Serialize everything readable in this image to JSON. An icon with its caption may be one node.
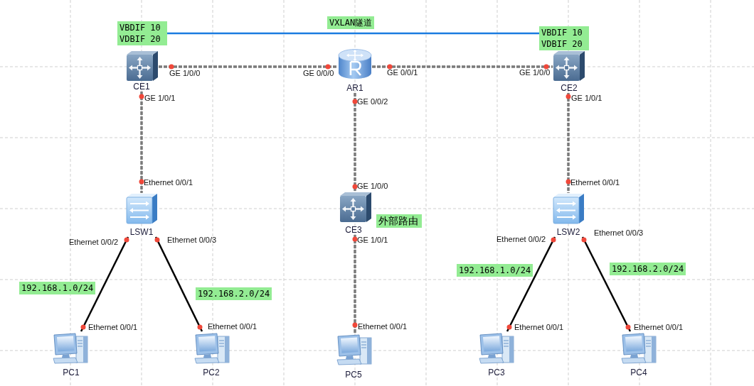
{
  "diagram": {
    "nodes": [
      {
        "text": [
          "VBDIF 10 VDBIF 20"
        ]
      },
      {
        "text": [
          "VBDIF 10 VDBIF 20"
        ]
      },
      {
        "text": [
          "CE1"
        ]
      },
      {
        "text": [
          "AR1"
        ]
      },
      {
        "text": [
          "CE2"
        ]
      },
      {
        "text": [
          "LSW1"
        ]
      },
      {
        "text": [
          "CE3"
        ],
        "beside": [
          "外部路由"
        ]
      },
      {
        "text": [
          "LSW2"
        ]
      },
      {
        "text": [
          "PC1"
        ]
      },
      {
        "text": [
          "PC2"
        ]
      },
      {
        "text": [
          "PC5"
        ]
      },
      {
        "text": [
          "PC3"
        ]
      },
      {
        "text": [
          "PC4"
        ]
      }
    ],
    "edges": [
      {
        "from": 0,
        "to": 1,
        "arrow": "none",
        "label": "VXLAN隧道",
        "color": "#1a7be0"
      },
      {
        "from": 2,
        "to": 3,
        "arrow": "none",
        "style": "dashed"
      },
      {
        "from": 3,
        "to": 4,
        "arrow": "none",
        "style": "dashed"
      },
      {
        "from": 2,
        "to": 5,
        "arrow": "none",
        "style": "dashed"
      },
      {
        "from": 3,
        "to": 6,
        "arrow": "none",
        "style": "dashed"
      },
      {
        "from": 4,
        "to": 7,
        "arrow": "none",
        "style": "dashed"
      },
      {
        "from": 5,
        "to": 8,
        "arrow": "none",
        "label": "192.168.1.0/24",
        "color": "#000000"
      },
      {
        "from": 5,
        "to": 9,
        "arrow": "none",
        "label": "192.168.2.0/24",
        "color": "#000000"
      },
      {
        "from": 6,
        "to": 10,
        "arrow": "none",
        "style": "dashed"
      },
      {
        "from": 7,
        "to": 11,
        "arrow": "none",
        "label": "192.168.1.0/24",
        "color": "#000000"
      },
      {
        "from": 7,
        "to": 12,
        "arrow": "none",
        "label": "192.168.2.0/24",
        "color": "#000000"
      }
    ],
    "labels": [
      "GE 1/0/0",
      "GE 0/0/0",
      "GE 0/0/1",
      "GE 1/0/0",
      "GE 1/0/1",
      "GE 0/0/2",
      "GE 1/0/1",
      "Ethernet 0/0/1",
      "GE 1/0/0",
      "Ethernet 0/0/1",
      "Ethernet 0/0/2",
      "Ethernet 0/0/3",
      "GE 1/0/1",
      "Ethernet 0/0/2",
      "Ethernet 0/0/3",
      "Ethernet 0/0/1",
      "Ethernet 0/0/1",
      "Ethernet 0/0/1",
      "Ethernet 0/0/1",
      "Ethernet 0/0/1"
    ]
  }
}
